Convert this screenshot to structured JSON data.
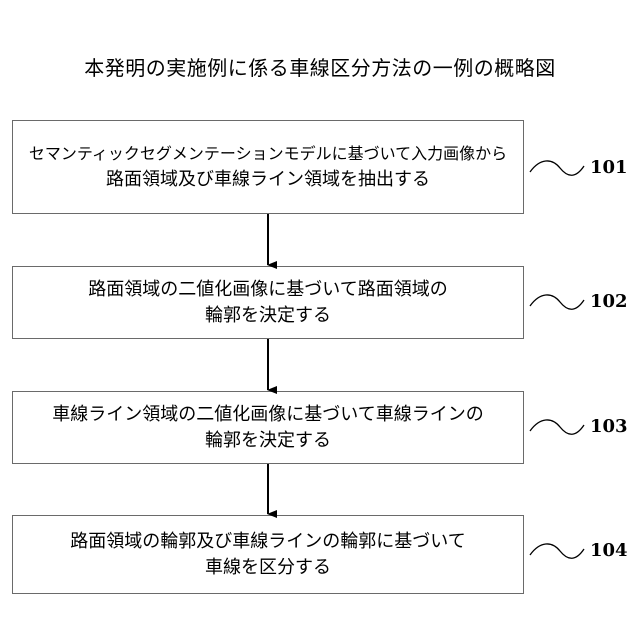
{
  "title": "本発明の実施例に係る車線区分方法の一例の概略図",
  "steps": [
    {
      "line1": "セマンティックセグメンテーションモデルに基づいて入力画像から",
      "line2": "路面領域及び車線ライン領域を抽出する",
      "ref": "101"
    },
    {
      "line1": "路面領域の二値化画像に基づいて路面領域の",
      "line2": "輪郭を決定する",
      "ref": "102"
    },
    {
      "line1": "車線ライン領域の二値化画像に基づいて車線ラインの",
      "line2": "輪郭を決定する",
      "ref": "103"
    },
    {
      "line1": "路面領域の輪郭及び車線ラインの輪郭に基づいて",
      "line2": "車線を区分する",
      "ref": "104"
    }
  ]
}
